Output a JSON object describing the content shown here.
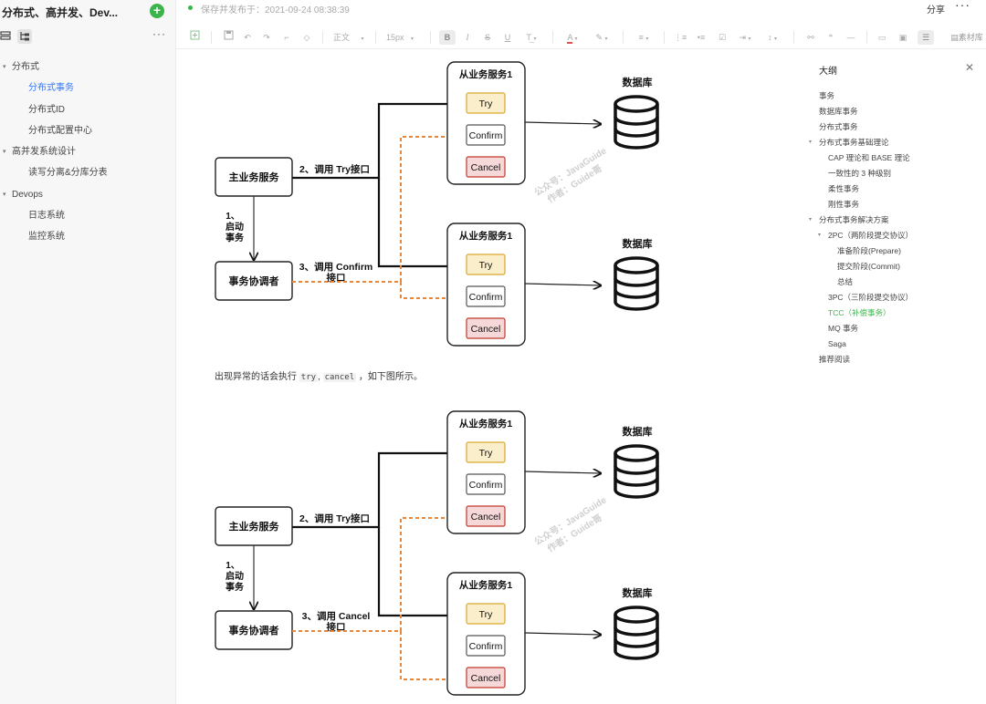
{
  "sidebar": {
    "title": "分布式、高并发、Dev...",
    "add_icon": "plus",
    "more": "···",
    "tree": [
      {
        "label": "分布式",
        "level": 0,
        "expandable": true
      },
      {
        "label": "分布式事务",
        "level": 1,
        "active": true
      },
      {
        "label": "分布式ID",
        "level": 1
      },
      {
        "label": "分布式配置中心",
        "level": 1
      },
      {
        "label": "高并发系统设计",
        "level": 0,
        "expandable": true
      },
      {
        "label": "读写分离&分库分表",
        "level": 1
      },
      {
        "label": "Devops",
        "level": 0,
        "expandable": true
      },
      {
        "label": "日志系统",
        "level": 1
      },
      {
        "label": "监控系统",
        "level": 1
      }
    ]
  },
  "topbar": {
    "save_status": "保存并发布于：2021-09-24 08:38:39",
    "share": "分享",
    "more": "···"
  },
  "toolbar": {
    "paragraph_style": "正文",
    "font_size": "15px",
    "material_library": "素材库"
  },
  "content": {
    "paragraph_prefix": "出现异常的话会执行",
    "code_try": "try",
    "code_cancel": "cancel",
    "paragraph_suffix": "，如下图所示。",
    "diagram1": {
      "main_service": "主业务服务",
      "coordinator": "事务协调者",
      "step1": [
        "1、",
        "启动",
        "事务"
      ],
      "step2": "2、调用 Try接口",
      "step3": [
        "3、调用 Confirm",
        "接口"
      ],
      "slave_service": "从业务服务1",
      "database": "数据库",
      "try": "Try",
      "confirm": "Confirm",
      "cancel": "Cancel",
      "watermark": [
        "公众号：JavaGuide",
        "作者：Guide哥"
      ]
    },
    "diagram2": {
      "main_service": "主业务服务",
      "coordinator": "事务协调者",
      "step1": [
        "1、",
        "启动",
        "事务"
      ],
      "step2": "2、调用 Try接口",
      "step3": [
        "3、调用 Cancel",
        "接口"
      ],
      "slave_service": "从业务服务1",
      "database": "数据库",
      "try": "Try",
      "confirm": "Confirm",
      "cancel": "Cancel",
      "watermark": [
        "公众号：JavaGuide",
        "作者：Guide哥"
      ]
    }
  },
  "outline": {
    "title": "大纲",
    "items": [
      {
        "label": "事务",
        "level": 0
      },
      {
        "label": "数据库事务",
        "level": 0
      },
      {
        "label": "分布式事务",
        "level": 0
      },
      {
        "label": "分布式事务基础理论",
        "level": 0,
        "expandable": true
      },
      {
        "label": "CAP 理论和 BASE 理论",
        "level": 1
      },
      {
        "label": "一致性的 3 种级别",
        "level": 1
      },
      {
        "label": "柔性事务",
        "level": 1
      },
      {
        "label": "刚性事务",
        "level": 1
      },
      {
        "label": "分布式事务解决方案",
        "level": 0,
        "expandable": true
      },
      {
        "label": "2PC（两阶段提交协议）",
        "level": 1,
        "expandable": true
      },
      {
        "label": "准备阶段(Prepare)",
        "level": 2
      },
      {
        "label": "提交阶段(Commit)",
        "level": 2
      },
      {
        "label": "总结",
        "level": 2
      },
      {
        "label": "3PC（三阶段提交协议）",
        "level": 1
      },
      {
        "label": "TCC（补偿事务）",
        "level": 1,
        "active": true
      },
      {
        "label": "MQ 事务",
        "level": 1
      },
      {
        "label": "Saga",
        "level": 1
      },
      {
        "label": "推荐阅读",
        "level": 0
      }
    ]
  },
  "colors": {
    "accent_green": "#3bb54a",
    "link_blue": "#3478f6",
    "arrow_orange": "#e8863a",
    "try_fill": "#fbeecb",
    "cancel_fill": "#f6d8d8"
  }
}
